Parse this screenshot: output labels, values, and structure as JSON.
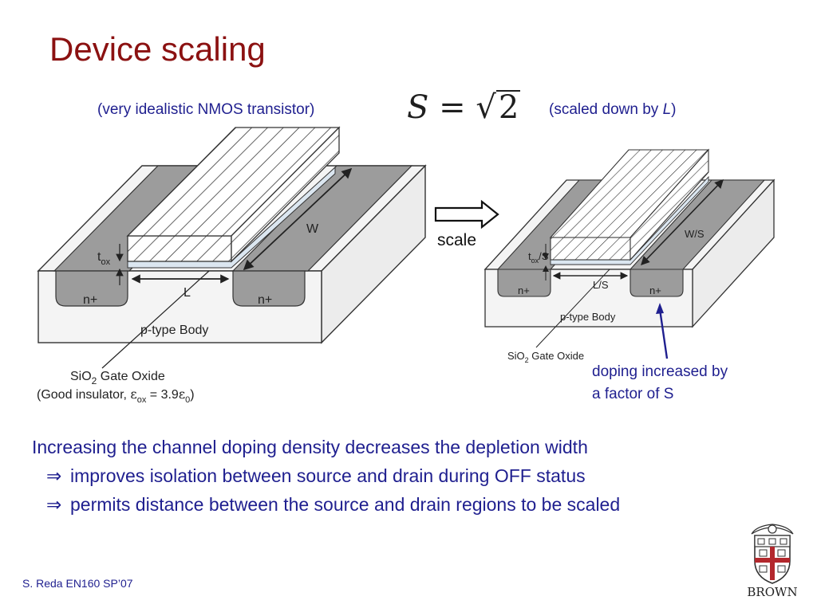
{
  "slide": {
    "title": "Device scaling",
    "caption_left": "(very idealistic NMOS transistor)",
    "caption_right_prefix": "(scaled down by ",
    "caption_right_var": "L",
    "caption_right_suffix": ")",
    "formula": {
      "lhs": "S",
      "eq": " = ",
      "radical_sign": "√",
      "radicand": "2"
    },
    "scale_label": "scale",
    "doping_note": [
      "doping increased by",
      "a factor of S"
    ],
    "body": {
      "line1": "Increasing the channel doping density decreases the depletion width",
      "arrow": "⇒",
      "line2": "improves isolation between source and drain during OFF status",
      "line3": "permits distance between the source and drain regions to be scaled"
    },
    "footer": "S. Reda EN160 SP’07"
  },
  "left_device": {
    "W": "W",
    "L": "L",
    "t": "t",
    "ox": "ox",
    "n_plus": "n+",
    "body": "p-type Body",
    "oxide_pre": "SiO",
    "oxide_sub": "2",
    "oxide_post": " Gate Oxide",
    "note_pre": "(Good insulator, ",
    "eps": "ε",
    "note_mid": " = 3.9",
    "eps_sub0": "0",
    "note_end": ")"
  },
  "right_device": {
    "W": "W/S",
    "L": "L/S",
    "tox_suffix": "/S",
    "n_plus": "n+",
    "body": "p-type Body",
    "oxide_pre": "SiO",
    "oxide_sub": "2",
    "oxide_post": " Gate Oxide"
  },
  "logo": {
    "text": "BROWN"
  },
  "colors": {
    "title": "#8b1111",
    "text_blue": "#1f1f8f",
    "silicon_gray": "#9a9a9a",
    "body_light": "#f2f2f2",
    "oxide": "#dbe6f0"
  },
  "icons": {
    "scale_arrow": "arrow-right-outline-icon",
    "logo": "brown-shield-icon"
  }
}
